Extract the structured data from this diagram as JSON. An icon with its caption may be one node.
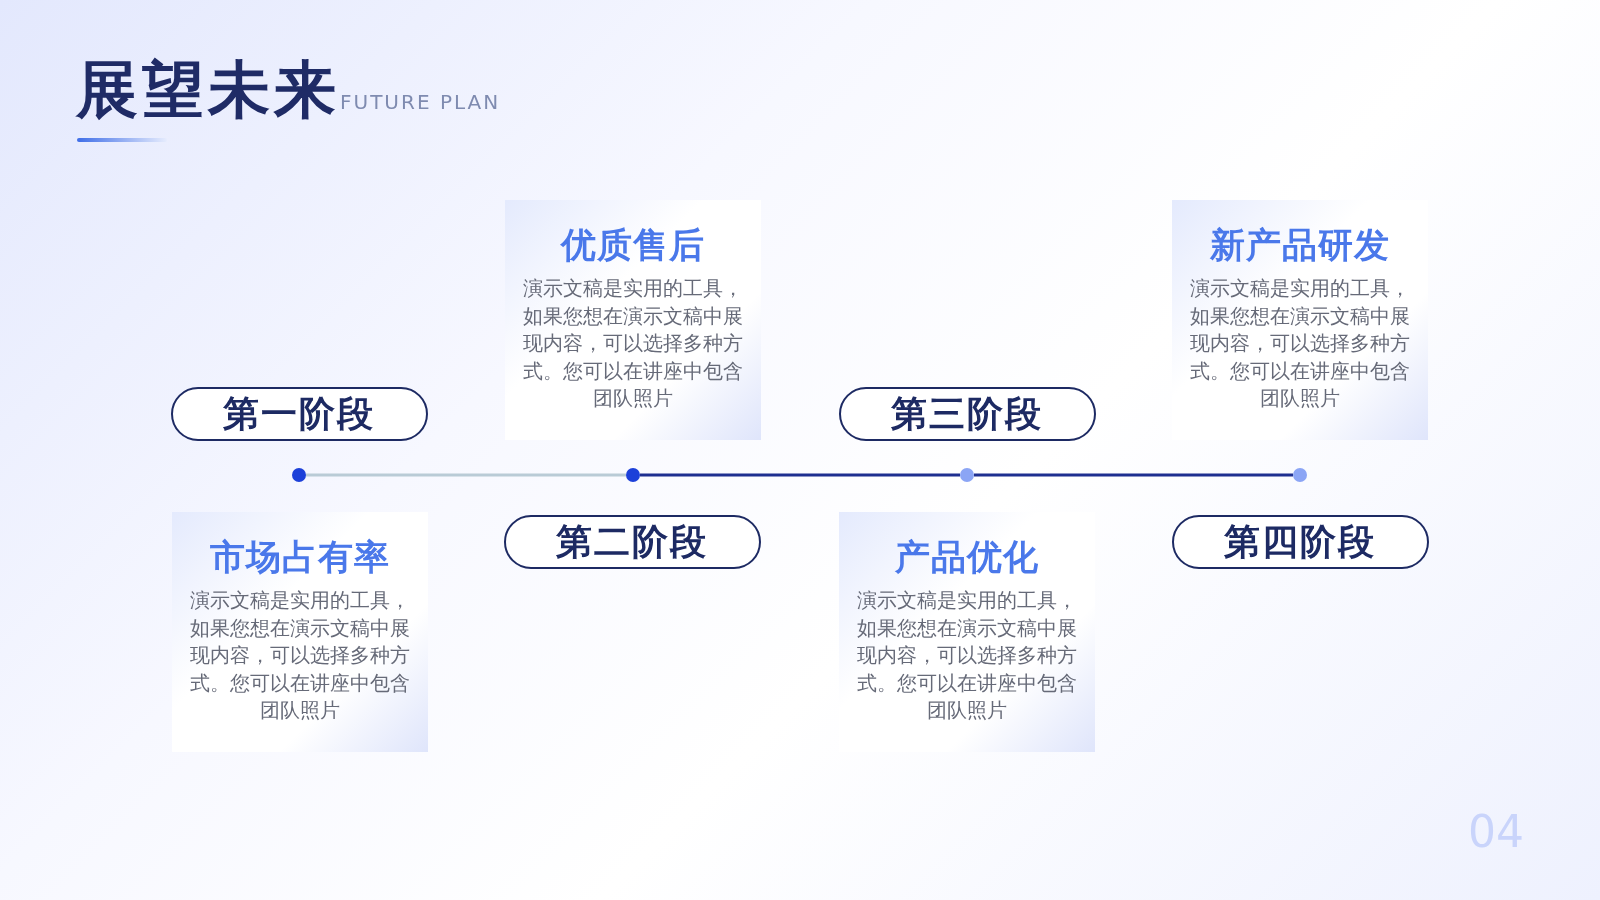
{
  "diagram": {
    "title": "展望未来",
    "nodes": [
      {
        "text": [
          "第一阶段"
        ]
      },
      {
        "text": [
          "市场占有率",
          "演示文稿是实用的工具，如果您想在演示文稿中展现内容，可以选择多种方式。您可以在讲座中包含团队照片"
        ]
      },
      {
        "text": [],
        "shape": "circle"
      },
      {
        "text": [
          "优质售后",
          "演示文稿是实用的工具，如果您想在演示文稿中展现内容，可以选择多种方式。您可以在讲座中包含团队照片"
        ]
      },
      {
        "text": [
          "第二阶段"
        ]
      },
      {
        "text": [],
        "shape": "circle"
      },
      {
        "text": [
          "第三阶段"
        ]
      },
      {
        "text": [
          "产品优化",
          "演示文稿是实用的工具，如果您想在演示文稿中展现内容，可以选择多种方式。您可以在讲座中包含团队照片"
        ]
      },
      {
        "text": [],
        "shape": "circle"
      },
      {
        "text": [
          "新产品研发",
          "演示文稿是实用的工具，如果您想在演示文稿中展现内容，可以选择多种方式。您可以在讲座中包含团队照片"
        ]
      },
      {
        "text": [
          "第四阶段"
        ]
      },
      {
        "text": [],
        "shape": "circle"
      }
    ],
    "edges": [
      {
        "from": 2,
        "to": 5,
        "arrow": "none",
        "color": "#b9cbd6"
      },
      {
        "from": 5,
        "to": 8,
        "arrow": "none"
      },
      {
        "from": 8,
        "to": 11,
        "arrow": "none"
      }
    ],
    "labels": [
      "FUTURE PLAN",
      "04"
    ]
  }
}
